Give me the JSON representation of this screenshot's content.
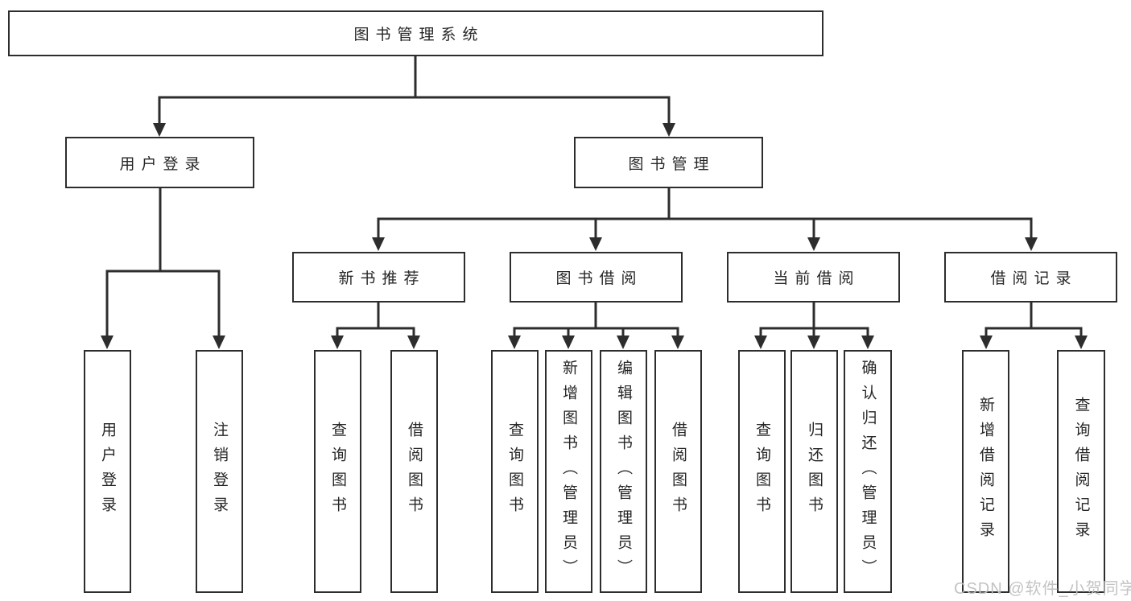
{
  "diagram": {
    "root": {
      "label": "图书管理系统"
    },
    "level2": [
      {
        "label": "用户登录"
      },
      {
        "label": "图书管理"
      }
    ],
    "level3": [
      {
        "label": "新书推荐"
      },
      {
        "label": "图书借阅"
      },
      {
        "label": "当前借阅"
      },
      {
        "label": "借阅记录"
      }
    ],
    "leaves": {
      "login": [
        "用户登录",
        "注销登录"
      ],
      "recommend": [
        "查询图书",
        "借阅图书"
      ],
      "borrow": [
        "查询图书",
        "新增图书（管理员）",
        "编辑图书（管理员）",
        "借阅图书"
      ],
      "current": [
        "查询图书",
        "归还图书",
        "确认归还（管理员）"
      ],
      "records": [
        "新增借阅记录",
        "查询借阅记录"
      ]
    }
  },
  "watermark": {
    "text": "CSDN @软件_小贺同学"
  },
  "colors": {
    "background": "#ffffff",
    "line": "#2d2d2d",
    "text": "#262626",
    "watermark": "#c0c0c0"
  }
}
